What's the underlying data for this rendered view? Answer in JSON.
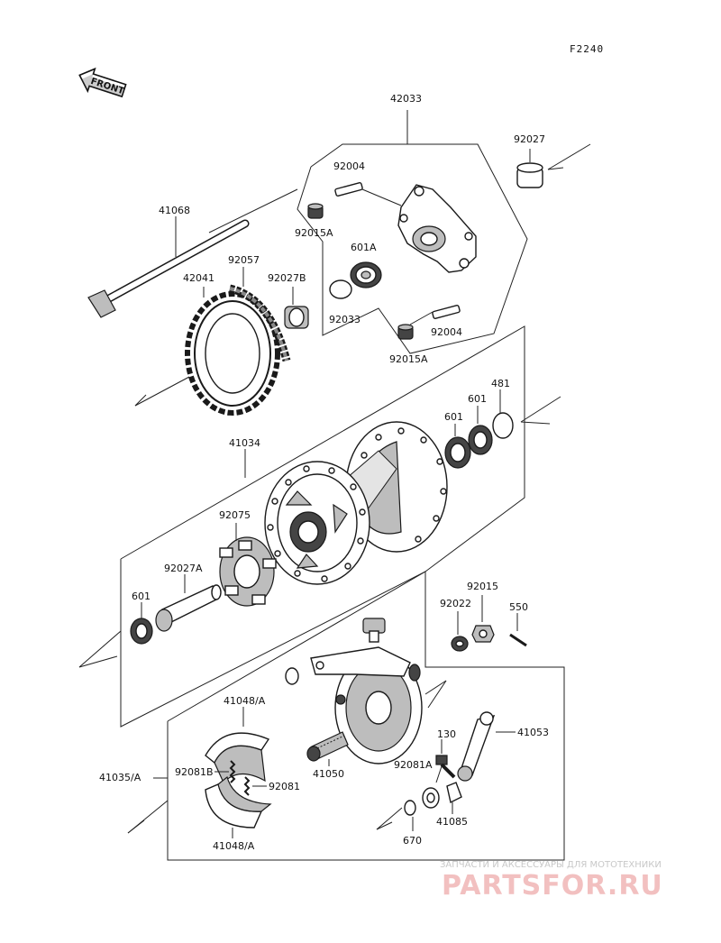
{
  "diagram_code": "F2240",
  "front_label": "FRONT",
  "parts": {
    "p42033": "42033",
    "p92027": "92027",
    "p92004a": "92004",
    "p41068": "41068",
    "p92015a_top": "92015A",
    "p601a": "601A",
    "p92057": "92057",
    "p42041": "42041",
    "p92027b": "92027B",
    "p92033": "92033",
    "p92004b": "92004",
    "p92015a_bot": "92015A",
    "p481": "481",
    "p601_top": "601",
    "p601_mid": "601",
    "p41034": "41034",
    "p92075": "92075",
    "p92027a": "92027A",
    "p601_left": "601",
    "p92015": "92015",
    "p92022": "92022",
    "p550": "550",
    "p41048a_top": "41048/A",
    "p41053": "41053",
    "p130": "130",
    "p41035a": "41035/A",
    "p92081b": "92081B",
    "p92081": "92081",
    "p41050": "41050",
    "p92081a": "92081A",
    "p41085": "41085",
    "p670": "670",
    "p41048a_bot": "41048/A"
  },
  "watermark": {
    "tagline": "ЗАПЧАСТИ И АКСЕССУАРЫ ДЛЯ МОТОТЕХНИКИ",
    "logo": "PARTSFOR.RU"
  }
}
